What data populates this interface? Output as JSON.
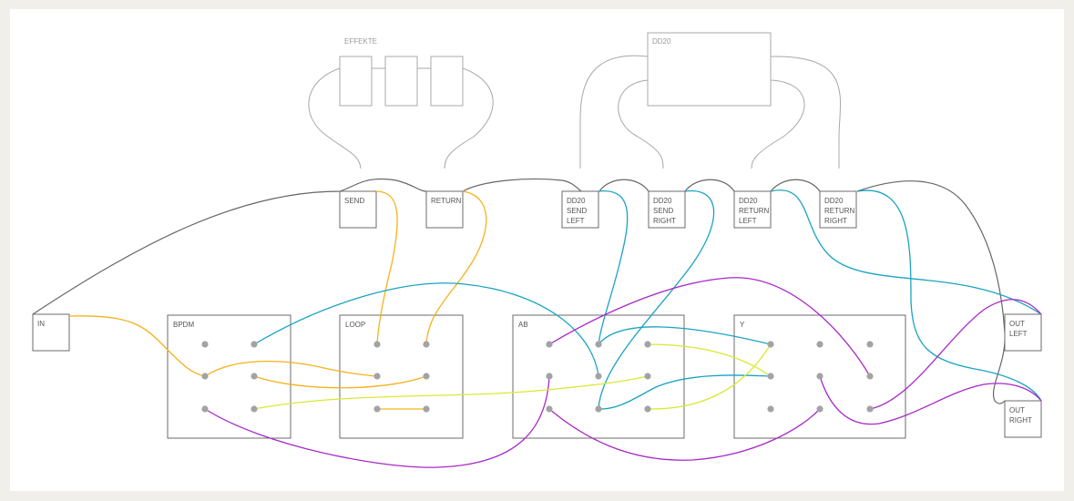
{
  "effects_label": "EFFEKTE",
  "dd20_label": "DD20",
  "in_label": "IN",
  "send_label": "SEND",
  "return_label": "RETURN",
  "dd20_send_left": [
    "DD20",
    "SEND",
    "LEFT"
  ],
  "dd20_send_right": [
    "DD20",
    "SEND",
    "RIGHT"
  ],
  "dd20_return_left": [
    "DD20",
    "RETURN",
    "LEFT"
  ],
  "dd20_return_right": [
    "DD20",
    "RETURN",
    "RIGHT"
  ],
  "bpdm_label": "BPDM",
  "loop_label": "LOOP",
  "ab_label": "AB",
  "y_label": "Y",
  "out_left": [
    "OUT",
    "LEFT"
  ],
  "out_right": [
    "OUT",
    "RIGHT"
  ],
  "colors": {
    "orange": "#f5b21b",
    "teal": "#1aa3c2",
    "purple": "#a829c7",
    "yellow": "#dbe832",
    "box_stroke": "#6b6b6b",
    "light_stroke": "#a8a8a8",
    "jack": "#a3a3a3"
  }
}
